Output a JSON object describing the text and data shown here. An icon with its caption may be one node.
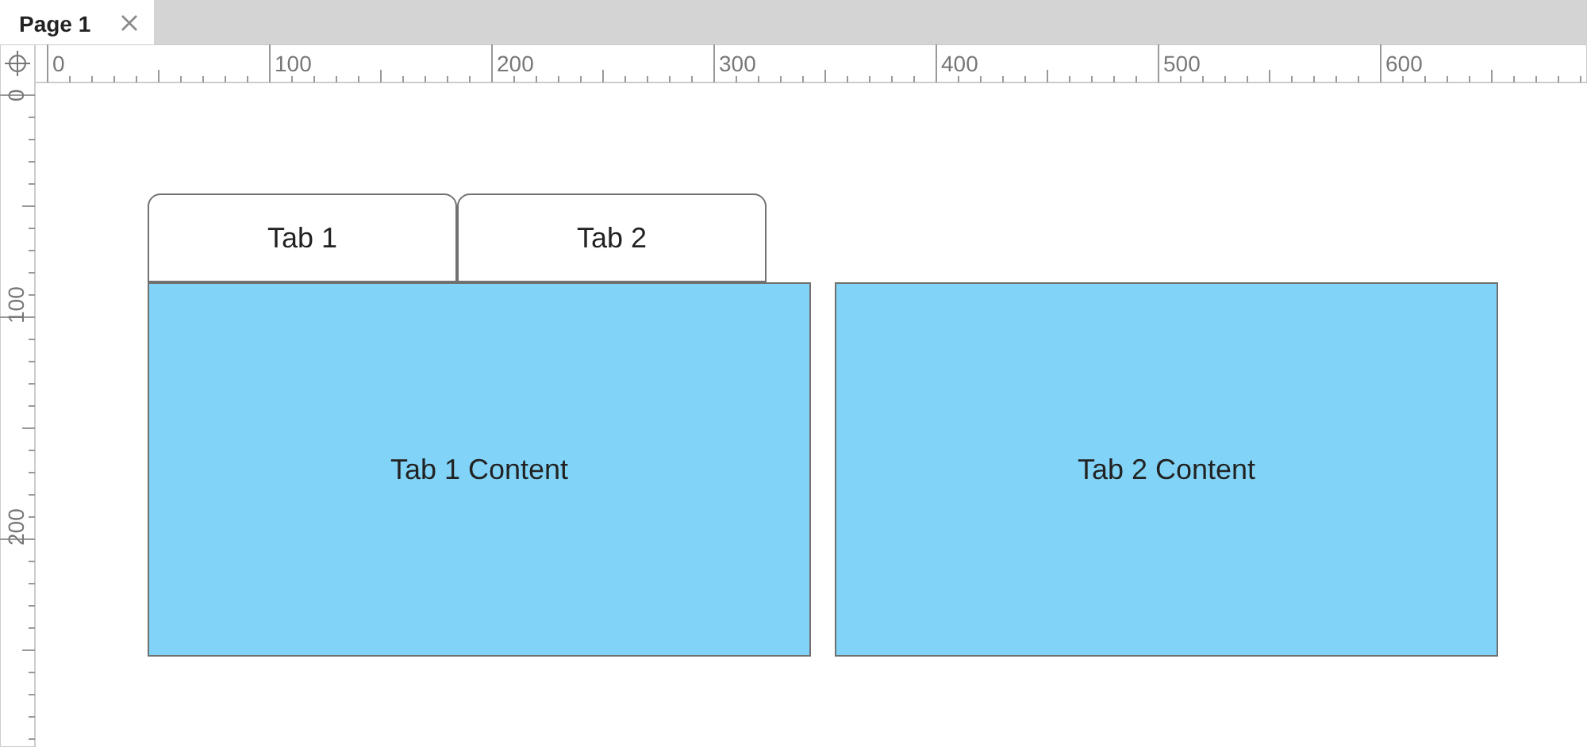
{
  "diagram": {
    "nodes": [
      {
        "text": [
          "Tab 1"
        ]
      },
      {
        "text": [
          "Tab 2"
        ]
      },
      {
        "text": [
          "Tab 1 Content"
        ]
      },
      {
        "text": [
          "Tab 2 Content"
        ]
      }
    ],
    "labels": [
      "Page 1",
      "0",
      "100",
      "200",
      "300",
      "400",
      "500",
      "600",
      "0",
      "100",
      "200"
    ]
  }
}
